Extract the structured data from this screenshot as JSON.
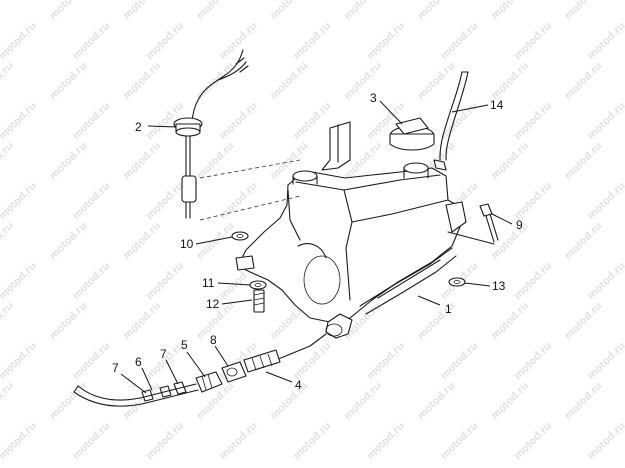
{
  "watermark": "motod.ru",
  "callouts": {
    "c1": "1",
    "c2": "2",
    "c3": "3",
    "c4": "4",
    "c5": "5",
    "c6": "6",
    "c7a": "7",
    "c7b": "7",
    "c8": "8",
    "c9": "9",
    "c10": "10",
    "c11": "11",
    "c12": "12",
    "c13": "13",
    "c14": "14"
  }
}
